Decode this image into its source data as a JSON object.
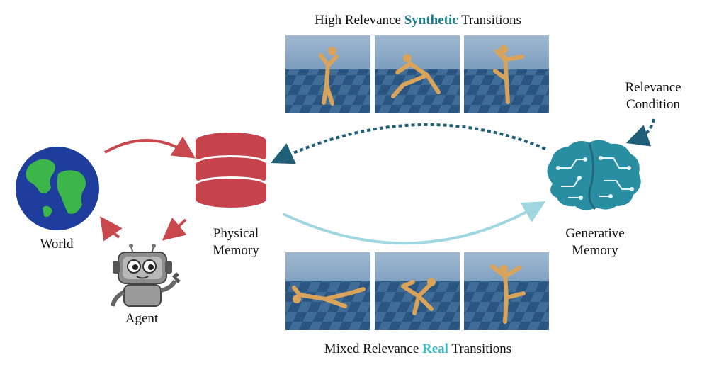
{
  "labels": {
    "world": "World",
    "agent": "Agent",
    "physical_memory_line1": "Physical",
    "physical_memory_line2": "Memory",
    "generative_memory_line1": "Generative",
    "generative_memory_line2": "Memory",
    "relevance_condition_line1": "Relevance",
    "relevance_condition_line2": "Condition"
  },
  "top_title": {
    "prefix": "High Relevance ",
    "keyword": "Synthetic",
    "suffix": " Transitions"
  },
  "bottom_title": {
    "prefix": "Mixed Relevance ",
    "keyword": "Real",
    "suffix": " Transitions"
  },
  "colors": {
    "arrow_red": "#c9484e",
    "arrow_teal_dark": "#1f5f78",
    "arrow_teal_light": "#9fd6e0",
    "keyword_synthetic": "#1a7d8c",
    "keyword_real": "#3fb6c9",
    "database": "#c7434b",
    "brain": "#2a8ea3"
  },
  "icons": [
    "globe-icon",
    "robot-icon",
    "database-icon",
    "brain-icon"
  ]
}
